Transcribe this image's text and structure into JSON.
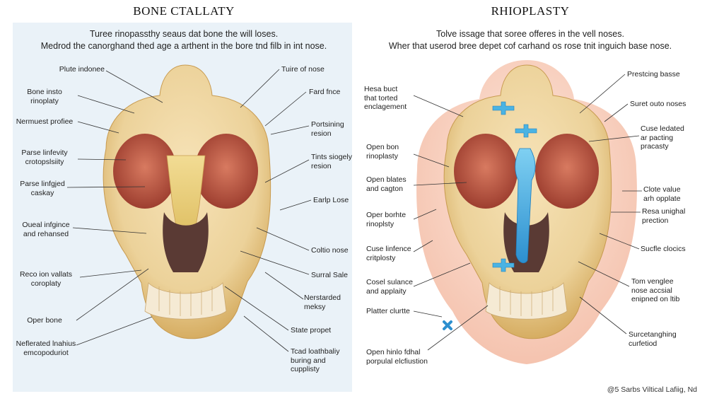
{
  "left": {
    "title": "BONE CTALLATY",
    "description": [
      "Turee rinopassthy seaus dat bone the will loses.",
      "Medrod the canorghand thed age a arthent in the bore tnd filb in int nose."
    ],
    "labels_left": [
      "Plute indonee",
      "Bone insto\nrinoplaty",
      "Nermuest profiee",
      "Parse linfevity\ncrotopslsiity",
      "Parse linfgjed\ncaskay",
      "Oueal infgince\nand rehansed",
      "Reco ion vallats\ncoroplaty",
      "Oper bone",
      "Neflerated lnahius\nemcopoduriot"
    ],
    "labels_right": [
      "Tuire of nose",
      "Fard fnce",
      "Portsining\nresion",
      "Tints siogely\nresion",
      "Earlp Lose",
      "Coltio nose",
      "Surral Sale",
      "Nerstarded\nmeksy",
      "State propet",
      "Tcad loathbaliy\nburing and\ncupplisty"
    ]
  },
  "right": {
    "title": "RHIOPLASTY",
    "description": [
      "Tolve issage that soree offeres in the vell noses.",
      "Wher that userod bree depet cof carhand os rose tnit inguich base nose."
    ],
    "labels_left": [
      "Hesa buct\nthat torted\nenclagement",
      "Open bon\nrinoplasty",
      "Open blates\nand cagton",
      "Oper borhte\nrinoplsty",
      "Cuse linfence\ncritplosty",
      "Cosel sulance\nand applaity",
      "Platter clurtte",
      "Open hinlo fdhal\nporpulal elcfiustion"
    ],
    "labels_right": [
      "Prestcing basse",
      "Suret outo noses",
      "Cuse ledated\nar pacting\npracasty",
      "Clote value\narh opplate",
      "Resa unighal\nprection",
      "Sucfle clocics",
      "Tom venglee\nnose accsial\nenipned on ltib",
      "Surcetanghing\ncurfetiod"
    ]
  },
  "copyright": "@5 Sarbs Viltical Lafiig, Nd",
  "colors": {
    "bone": "#ecd29a",
    "bone_shadow": "#d9b46a",
    "orbit": "#c8604a",
    "skin": "#f6c7b2",
    "implant": "#4ab3e3",
    "panel_left_bg": "#eaf2f8"
  }
}
